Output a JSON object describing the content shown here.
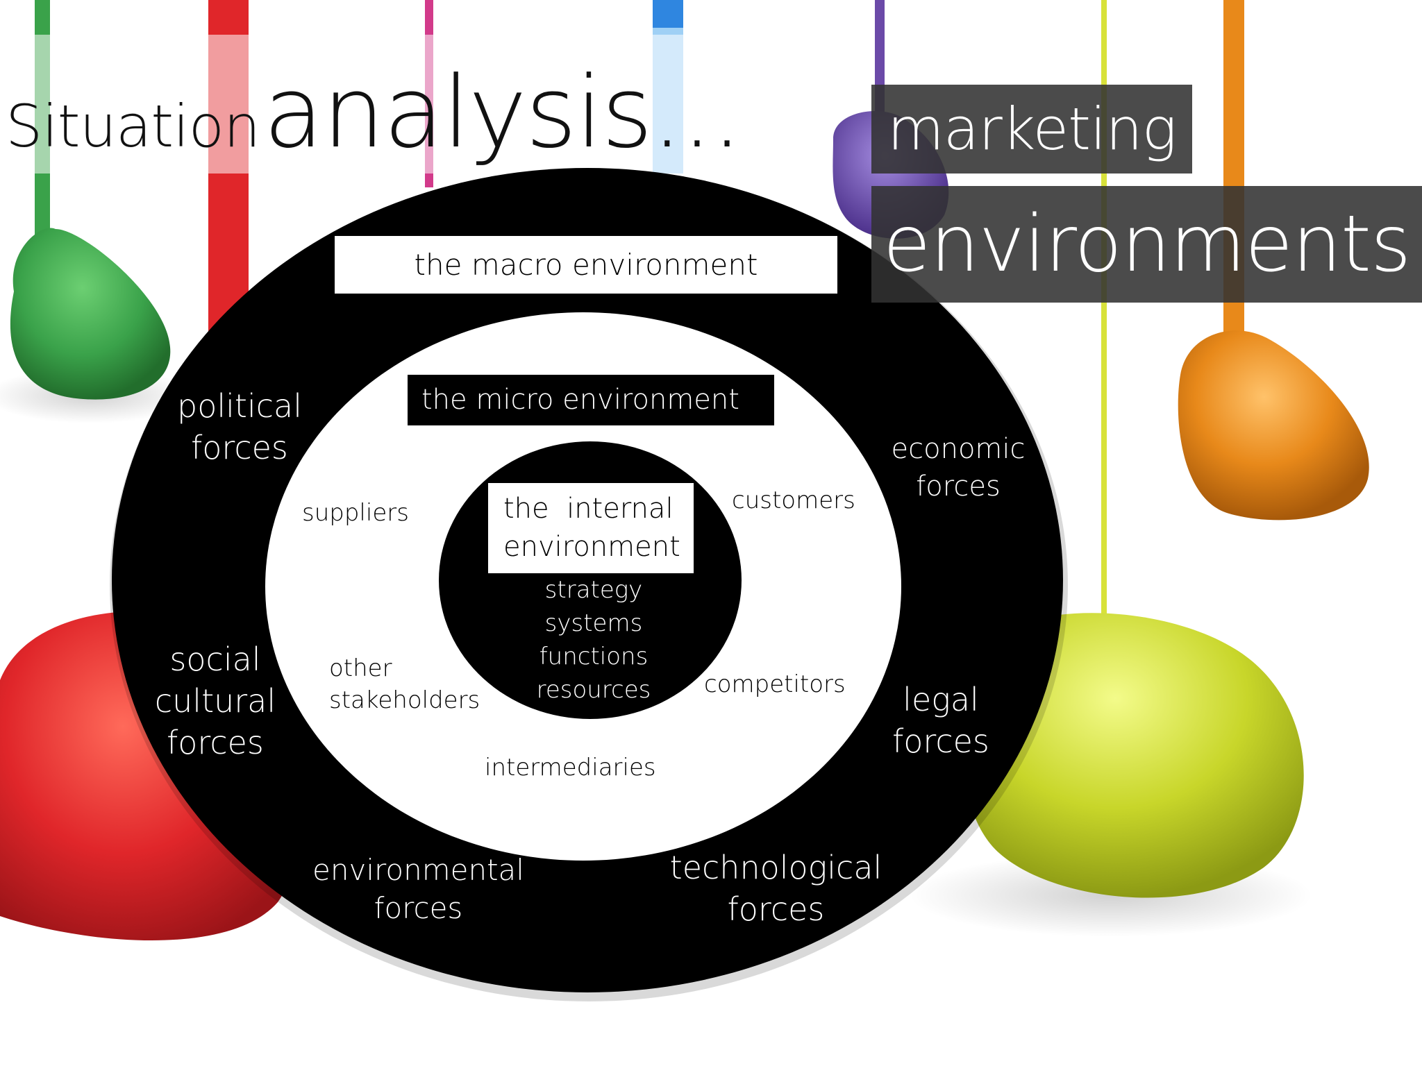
{
  "slide": {
    "title_part1": "Situation",
    "title_part2": "analysis..."
  },
  "headings": {
    "marketing": "marketing",
    "environments": "environments"
  },
  "diagram": {
    "macro": {
      "label": "the macro environment",
      "forces": {
        "political": [
          "political",
          "forces"
        ],
        "economic": [
          "economic",
          "forces"
        ],
        "social_cultural": [
          "social",
          "cultural",
          "forces"
        ],
        "legal": [
          "legal",
          "forces"
        ],
        "environmental": [
          "environmental",
          "forces"
        ],
        "technological": [
          "technological",
          "forces"
        ]
      }
    },
    "micro": {
      "label": "the micro environment",
      "items": {
        "suppliers": "suppliers",
        "customers": "customers",
        "other_stakeholders": [
          "other",
          "stakeholders"
        ],
        "competitors": "competitors",
        "intermediaries": "intermediaries"
      }
    },
    "internal": {
      "label": [
        "the  internal",
        "environment"
      ],
      "items": [
        "strategy",
        "systems",
        "functions",
        "resources"
      ]
    }
  },
  "colors": {
    "macro_ring": "#000000",
    "micro_ring": "#ffffff",
    "internal_core": "#000000",
    "heading_box": "#323232",
    "paint_green": "#3aa24a",
    "paint_red": "#e0262a",
    "paint_orange": "#e8891a",
    "paint_yellow": "#c8d62a",
    "paint_purple": "#6b4aa8"
  }
}
